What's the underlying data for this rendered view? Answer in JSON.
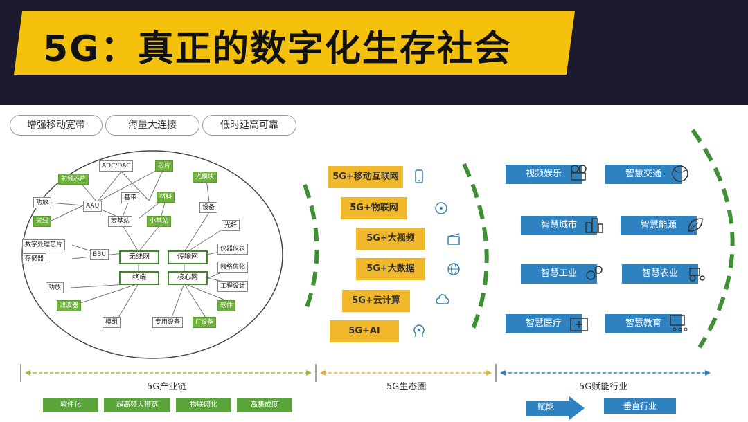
{
  "title": "5G：真正的数字化生存社会",
  "pills": [
    "增强移动宽带",
    "海量大连接",
    "低时延高可靠"
  ],
  "chain_nodes": {
    "adc": "ADC/DAC",
    "chip": "芯片",
    "rf_chip": "射频芯片",
    "optical_module": "光模块",
    "power_amp": "功放",
    "aau": "AAU",
    "base_station": "基带",
    "antenna_material": "材料",
    "equipment": "设备",
    "antenna": "天线",
    "macro_station": "宏基站",
    "small_station": "小基站",
    "fiber": "光纤",
    "dsp_chip": "数字处理芯片",
    "bbu": "BBU",
    "storage": "存储器",
    "wireless_net": "无线网",
    "transport_net": "传输网",
    "instrument": "仪器仪表",
    "net_opt": "网络优化",
    "filter_amp": "功放",
    "bearer": "终端",
    "core_net": "核心网",
    "eng_design": "工程设计",
    "filter": "滤波器",
    "software": "软件",
    "module": "模组",
    "special_equip": "专用设备",
    "it_equip": "IT设备"
  },
  "ecosystem": [
    "5G+移动互联网",
    "5G+物联网",
    "5G+大视频",
    "5G+大数据",
    "5G+云计算",
    "5G+AI"
  ],
  "industries": [
    "视频娱乐",
    "智慧交通",
    "智慧城市",
    "智慧能源",
    "智慧工业",
    "智慧农业",
    "智慧医疗",
    "智慧教育"
  ],
  "sections": {
    "chain": "5G产业链",
    "eco": "5G生态圈",
    "empower": "5G赋能行业"
  },
  "features": [
    "软件化",
    "超高频大带宽",
    "物联网化",
    "高集成度"
  ],
  "bottom_right": {
    "empower_label": "赋能",
    "vertical_label": "垂直行业"
  },
  "colors": {
    "header_bg": "#1b1a2e",
    "banner": "#f4c20d",
    "green": "#6fb23c",
    "yellow": "#f2b82c",
    "blue": "#2f82c0",
    "dash_green": "#3f8f35"
  }
}
